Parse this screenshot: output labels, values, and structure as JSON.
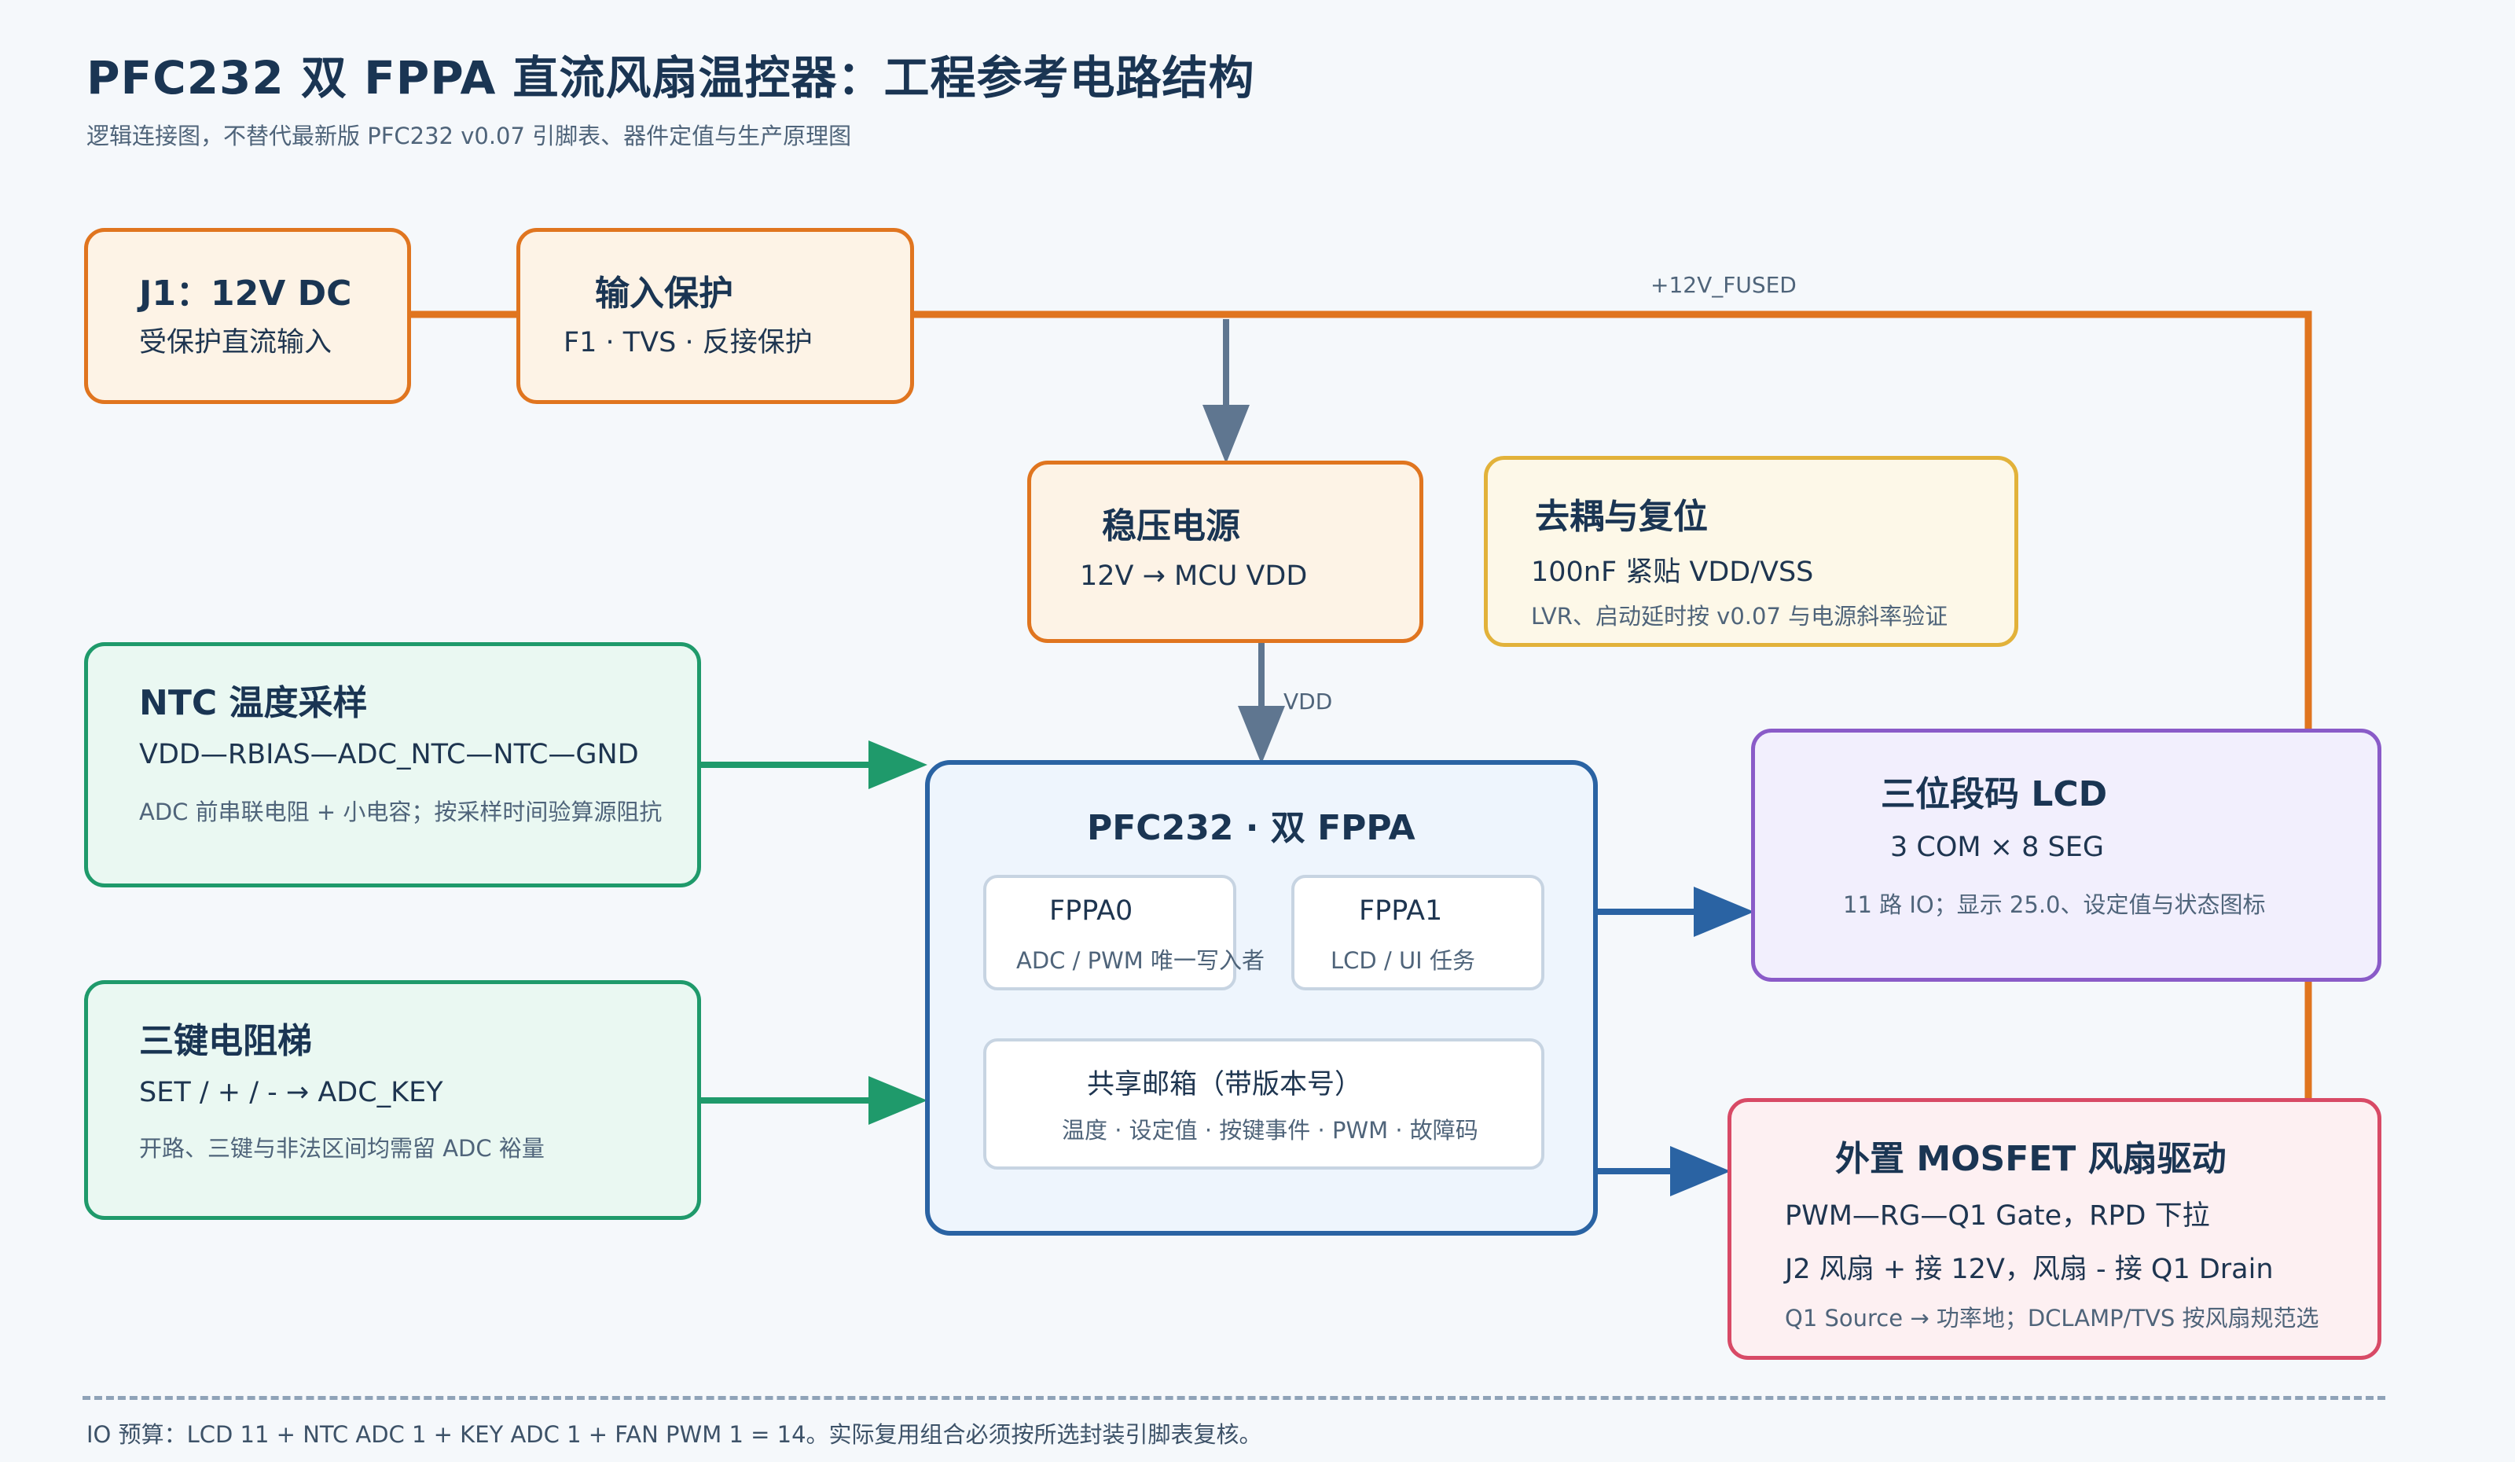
{
  "header": {
    "title": "PFC232 双 FPPA 直流风扇温控器：工程参考电路结构",
    "subtitle": "逻辑连接图，不替代最新版 PFC232 v0.07 引脚表、器件定值与生产原理图"
  },
  "blocks": {
    "j1": {
      "title": "J1：12V DC",
      "line1": "受保护直流输入"
    },
    "protect": {
      "title": "输入保护",
      "line1": "F1 · TVS · 反接保护"
    },
    "regulator": {
      "title": "稳压电源",
      "line1": "12V → MCU VDD"
    },
    "decouple": {
      "title": "去耦与复位",
      "line1": "100nF 紧贴 VDD/VSS",
      "line2": "LVR、启动延时按 v0.07 与电源斜率验证"
    },
    "ntc": {
      "title": "NTC 温度采样",
      "line1": "VDD—RBIAS—ADC_NTC—NTC—GND",
      "line2": "ADC 前串联电阻 + 小电容；按采样时间验算源阻抗"
    },
    "keys": {
      "title": "三键电阻梯",
      "line1": "SET /  +  /  -  → ADC_KEY",
      "line2": "开路、三键与非法区间均需留 ADC 裕量"
    },
    "mcu": {
      "title": "PFC232 · 双 FPPA",
      "fppa0": {
        "title": "FPPA0",
        "line1": "ADC / PWM 唯一写入者"
      },
      "fppa1": {
        "title": "FPPA1",
        "line1": "LCD / UI 任务"
      },
      "mailbox": {
        "title": "共享邮箱（带版本号）",
        "line1": "温度 · 设定值 · 按键事件 · PWM · 故障码"
      }
    },
    "lcd": {
      "title": "三位段码 LCD",
      "line1": "3 COM × 8 SEG",
      "line2": "11 路 IO；显示 25.0、设定值与状态图标"
    },
    "fan": {
      "title": "外置 MOSFET 风扇驱动",
      "line1": "PWM—RG—Q1 Gate，RPD 下拉",
      "line2": "J2 风扇 + 接 12V，风扇 - 接 Q1 Drain",
      "line3": "Q1 Source → 功率地；DCLAMP/TVS 按风扇规范选"
    }
  },
  "wires": {
    "fused_label": "+12V_FUSED",
    "vdd_label": "VDD"
  },
  "footer": {
    "note": "IO 预算：LCD 11 + NTC ADC 1 + KEY ADC 1 + FAN PWM 1 = 14。实际复用组合必须按所选封装引脚表复核。"
  },
  "colors": {
    "power": "#e0751f",
    "regulator_feed": "#5f7690",
    "sense": "#1f9a6b",
    "output": "#2a63a3"
  }
}
